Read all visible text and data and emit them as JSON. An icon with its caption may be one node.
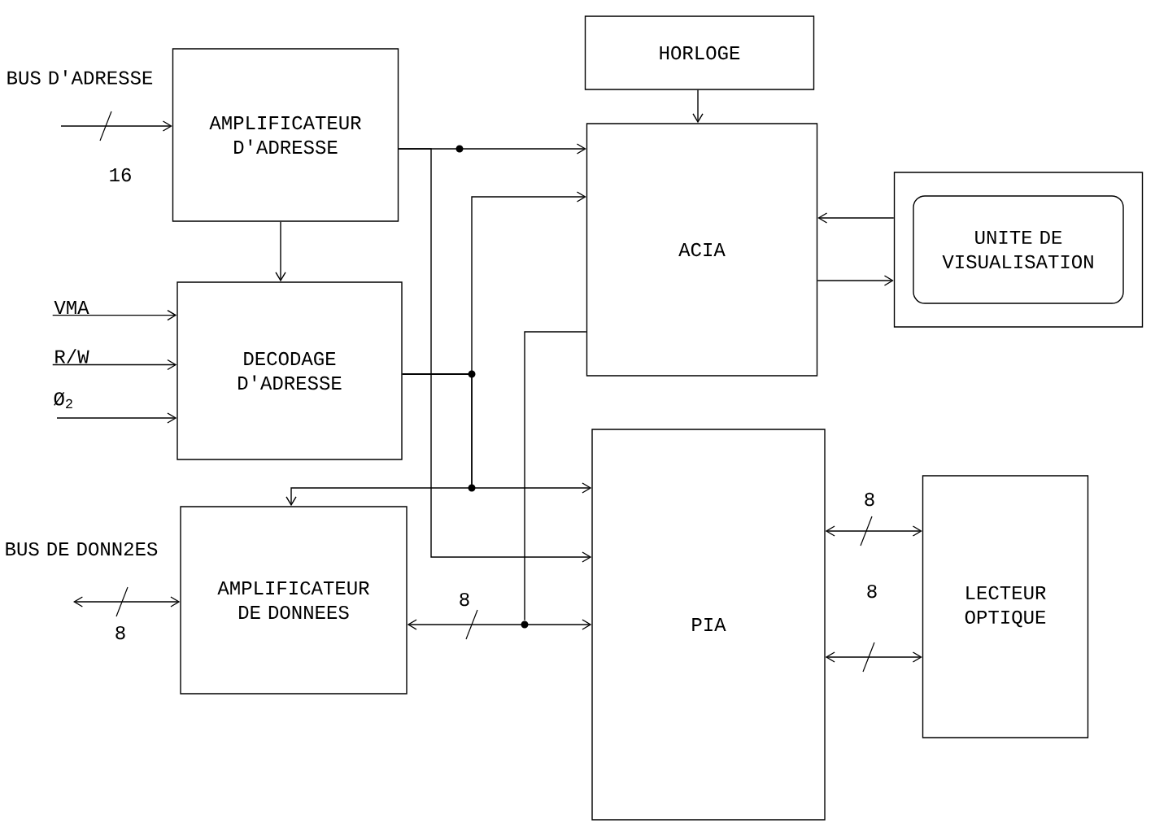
{
  "diagram": {
    "nodes": [
      {
        "text": [
          "AMPLIFICATEUR D'ADRESSE"
        ]
      },
      {
        "text": [
          "DECODAGE D'ADRESSE"
        ]
      },
      {
        "text": [
          "AMPLIFICATEUR DE DONNEES"
        ]
      },
      {
        "text": [
          "HORLOGE"
        ]
      },
      {
        "text": [
          "ACIA"
        ]
      },
      {
        "text": [
          "PIA"
        ]
      },
      {
        "text": [],
        "shape": "box"
      },
      {
        "text": [
          "UNITE DE VISUALISATION"
        ],
        "in": 6
      },
      {
        "text": [
          "LECTEUR OPTIQUE"
        ]
      },
      {
        "text": [
          "VMA"
        ]
      },
      {
        "text": [
          "R/W"
        ]
      },
      {
        "text": [],
        "shape": "circle"
      }
    ],
    "edges": [
      {
        "from": null,
        "to": 0,
        "arrow": "to",
        "label": "16"
      },
      {
        "from": 0,
        "to": 1,
        "arrow": "to"
      },
      {
        "from": 9,
        "to": 1,
        "arrow": "to"
      },
      {
        "from": 10,
        "to": 1,
        "arrow": "to"
      },
      {
        "from": null,
        "to": 1,
        "arrow": "to"
      },
      {
        "from": null,
        "to": 2,
        "arrow": "both",
        "label": "8"
      },
      {
        "from": 3,
        "to": 4,
        "arrow": "to"
      },
      {
        "from": 0,
        "to": 4,
        "arrow": "to"
      },
      {
        "from": 0,
        "to": 5,
        "arrow": "to"
      },
      {
        "from": 1,
        "to": 4,
        "arrow": "to"
      },
      {
        "from": 1,
        "to": 5,
        "arrow": "to"
      },
      {
        "from": 1,
        "to": 2,
        "arrow": "to"
      },
      {
        "from": 2,
        "to": 5,
        "arrow": "both",
        "label": "8"
      },
      {
        "from": 4,
        "to": 11,
        "arrow": "none"
      },
      {
        "from": 6,
        "to": 4,
        "arrow": "to"
      },
      {
        "from": 4,
        "to": 6,
        "arrow": "to"
      },
      {
        "from": 5,
        "to": 8,
        "arrow": "both",
        "label": "8"
      },
      {
        "from": 5,
        "to": 8,
        "arrow": "both",
        "label": "8"
      }
    ],
    "labels": [
      "BUS D'ADRESSE",
      "Ø$_{2}$",
      "BUS DE DONN2ES"
    ]
  }
}
